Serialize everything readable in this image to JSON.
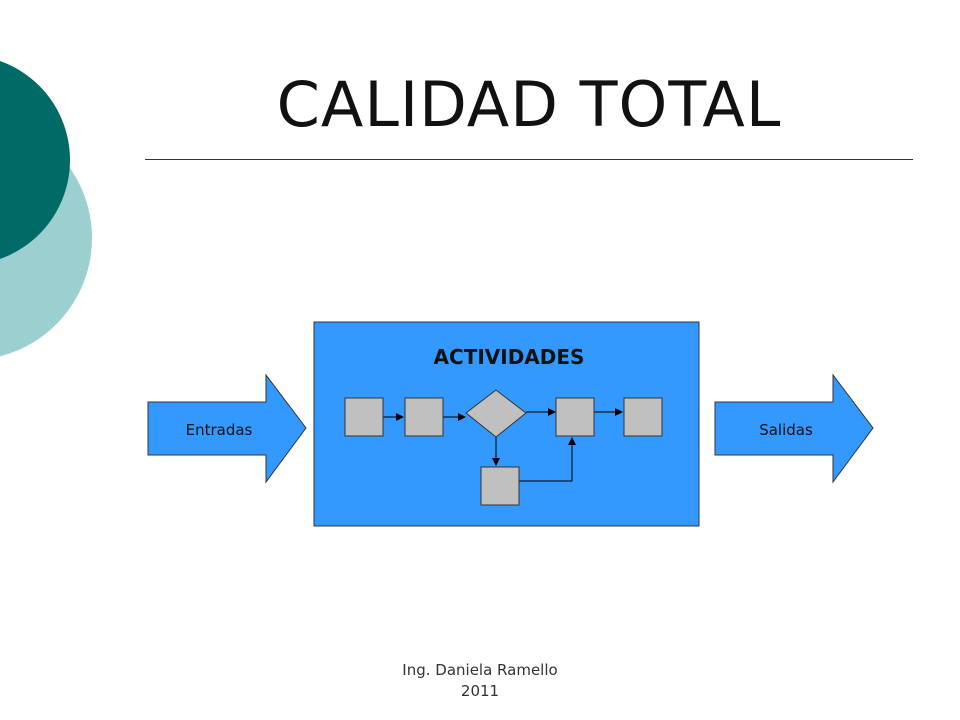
{
  "slide": {
    "title": "CALIDAD TOTAL",
    "footer_line1": "Ing. Daniela Ramello",
    "footer_line2": "2011"
  },
  "diagram": {
    "process_label": "ACTIVIDADES",
    "input_label": "Entradas",
    "output_label": "Salidas"
  },
  "colors": {
    "dark_teal": "#006b66",
    "light_teal": "#9ccfcf",
    "process_blue": "#3399ff",
    "step_gray": "#c0c0c0"
  }
}
